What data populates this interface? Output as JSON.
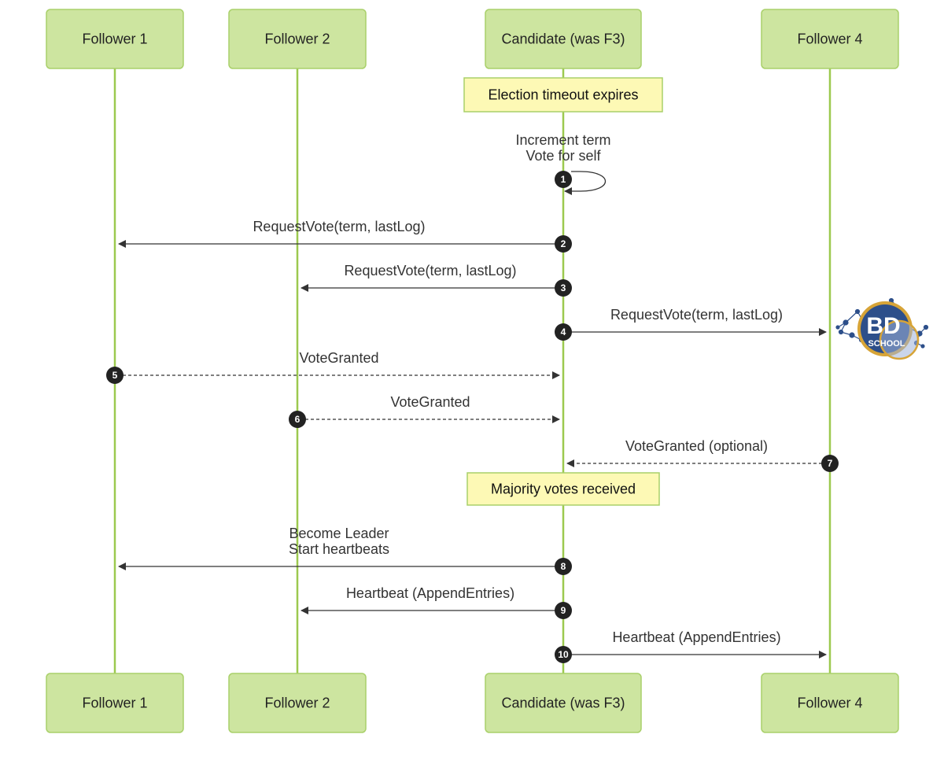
{
  "participants": [
    {
      "id": "f1",
      "label": "Follower 1"
    },
    {
      "id": "f2",
      "label": "Follower 2"
    },
    {
      "id": "c",
      "label": "Candidate (was F3)"
    },
    {
      "id": "f4",
      "label": "Follower 4"
    }
  ],
  "notes": [
    {
      "id": "timeout",
      "over": "c",
      "text": "Election timeout expires"
    },
    {
      "id": "majority",
      "over": "c",
      "text": "Majority votes received"
    }
  ],
  "messages": [
    {
      "num": "1",
      "from": "c",
      "to": "c",
      "lines": [
        "Increment term",
        "Vote for self"
      ],
      "style": "solid"
    },
    {
      "num": "2",
      "from": "c",
      "to": "f1",
      "lines": [
        "RequestVote(term, lastLog)"
      ],
      "style": "solid"
    },
    {
      "num": "3",
      "from": "c",
      "to": "f2",
      "lines": [
        "RequestVote(term, lastLog)"
      ],
      "style": "solid"
    },
    {
      "num": "4",
      "from": "c",
      "to": "f4",
      "lines": [
        "RequestVote(term, lastLog)"
      ],
      "style": "solid"
    },
    {
      "num": "5",
      "from": "f1",
      "to": "c",
      "lines": [
        "VoteGranted"
      ],
      "style": "dashed"
    },
    {
      "num": "6",
      "from": "f2",
      "to": "c",
      "lines": [
        "VoteGranted"
      ],
      "style": "dashed"
    },
    {
      "num": "7",
      "from": "f4",
      "to": "c",
      "lines": [
        "VoteGranted (optional)"
      ],
      "style": "dashed"
    },
    {
      "num": "8",
      "from": "c",
      "to": "f1",
      "lines": [
        "Become Leader",
        "Start heartbeats"
      ],
      "style": "solid"
    },
    {
      "num": "9",
      "from": "c",
      "to": "f2",
      "lines": [
        "Heartbeat (AppendEntries)"
      ],
      "style": "solid"
    },
    {
      "num": "10",
      "from": "c",
      "to": "f4",
      "lines": [
        "Heartbeat (AppendEntries)"
      ],
      "style": "solid"
    }
  ],
  "logo": {
    "text_top": "BD",
    "text_bottom": "SCHOOL"
  },
  "colors": {
    "actor_fill": "#cde5a0",
    "lifeline": "#9cc94f",
    "note_fill": "#fdf9b5",
    "logo_blue": "#2d4f8a",
    "logo_gold": "#d7a437"
  }
}
